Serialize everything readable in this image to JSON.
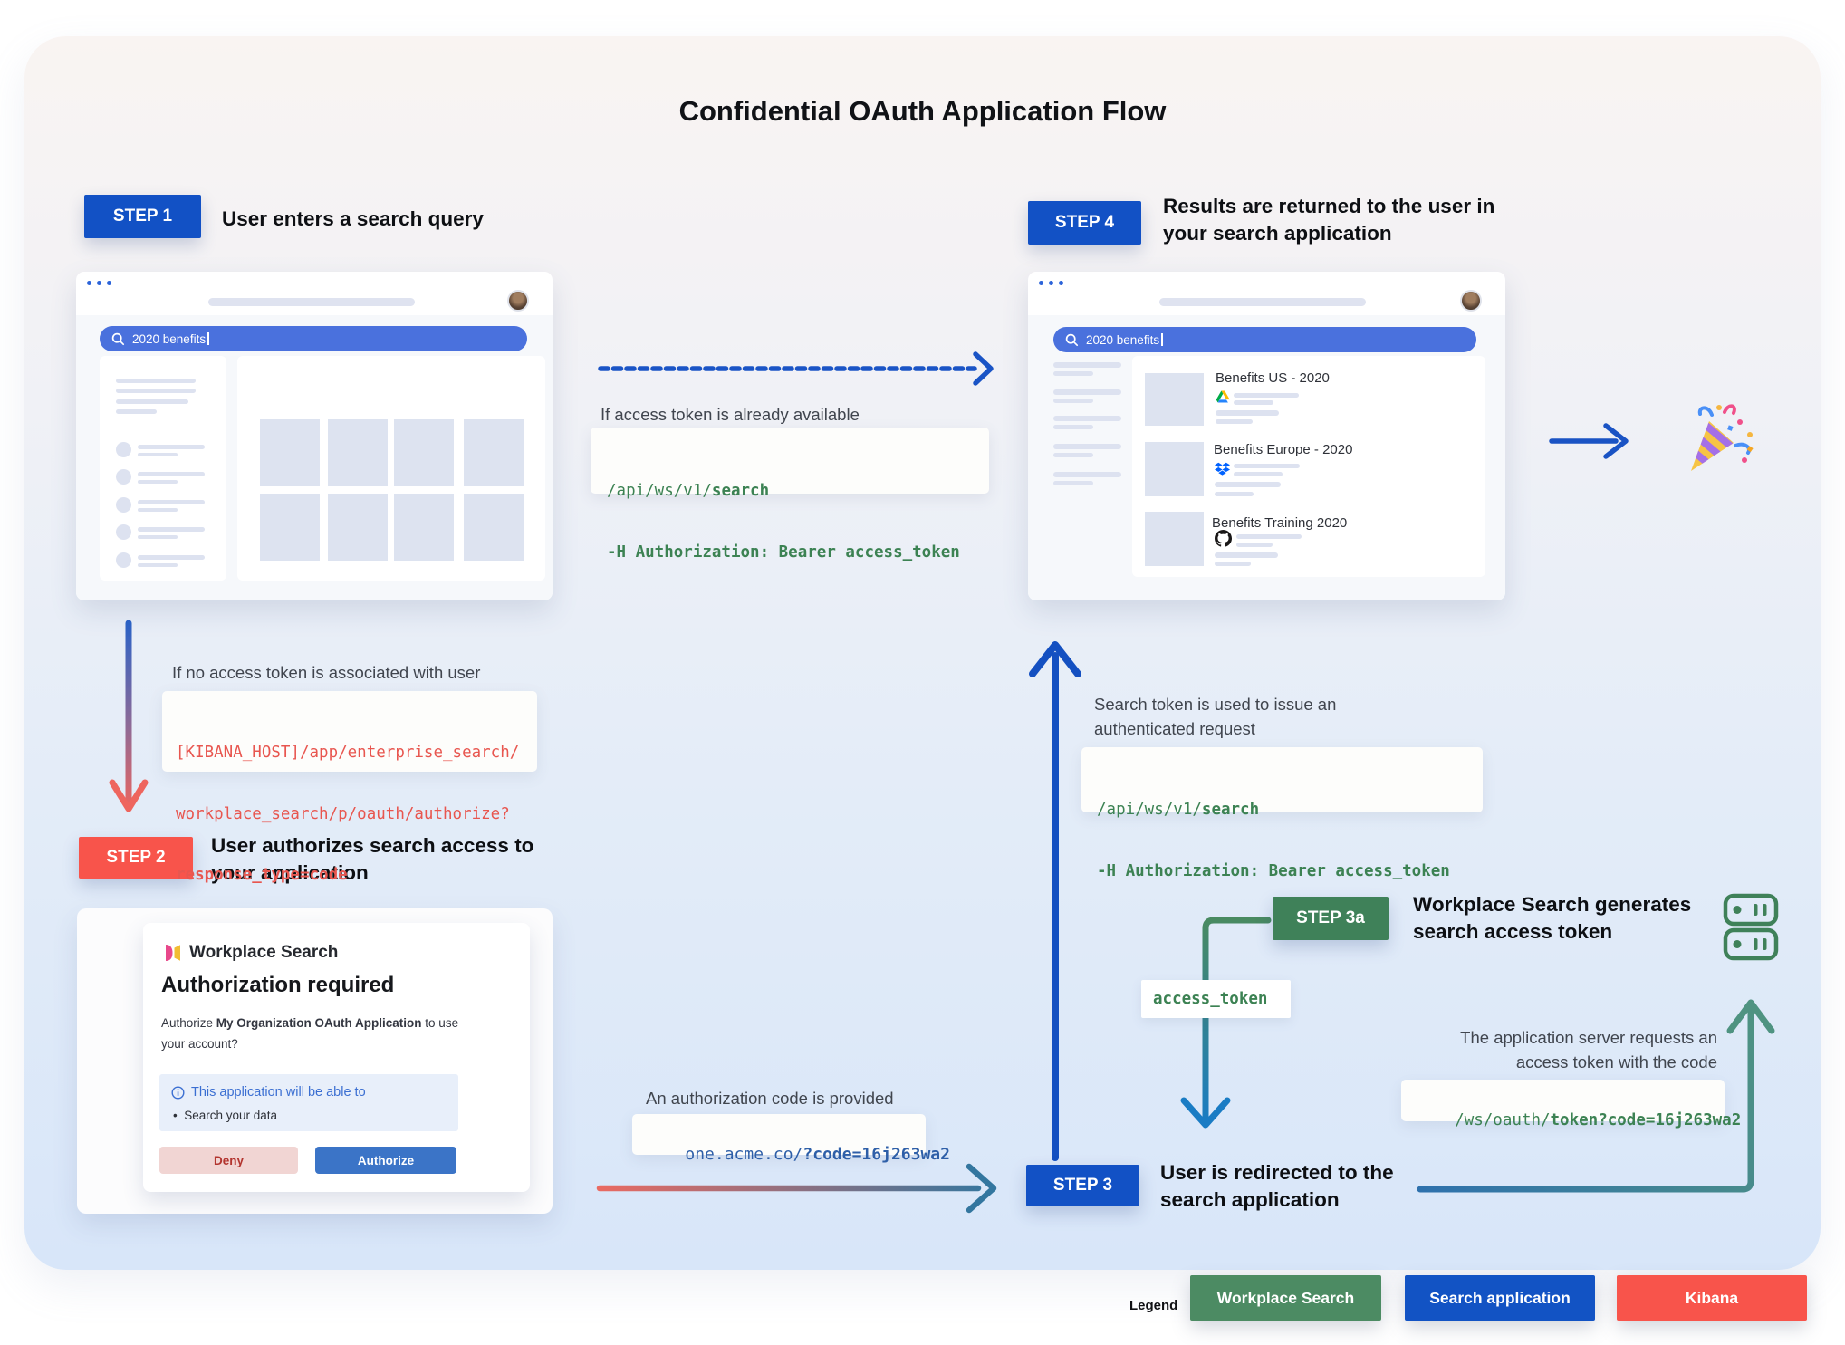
{
  "title": "Confidential OAuth Application Flow",
  "steps": {
    "step1": {
      "badge": "STEP 1",
      "title": "User enters a search query",
      "color": "#1251c5"
    },
    "step2": {
      "badge": "STEP 2",
      "title": "User authorizes search access to your application",
      "color": "#f8544b"
    },
    "step3": {
      "badge": "STEP 3",
      "title": "User is redirected to the search application",
      "color": "#1251c5"
    },
    "step3a": {
      "badge": "STEP 3a",
      "title": "Workplace Search generates search access token",
      "color": "#3f8159"
    },
    "step4": {
      "badge": "STEP 4",
      "title": "Results are returned to the user in your search application",
      "color": "#1251c5"
    }
  },
  "browser_step1": {
    "search_query": "2020 benefits"
  },
  "browser_step4": {
    "search_query": "2020 benefits",
    "results": [
      {
        "title": "Benefits US - 2020",
        "source_icon": "google-drive-icon"
      },
      {
        "title": "Benefits Europe - 2020",
        "source_icon": "dropbox-icon"
      },
      {
        "title": "Benefits Training 2020",
        "source_icon": "github-icon"
      }
    ]
  },
  "annotations": {
    "token_available": "If access token is already available",
    "no_token": "If no access token is associated with user",
    "auth_code_provided": "An authorization code is provided",
    "search_token_used": "Search token is used to issue an authenticated request",
    "server_requests_token": "The application server requests an access token with the code"
  },
  "code_snippets": {
    "search_api": {
      "path": "/api/ws/v1/",
      "path_bold": "search",
      "header_line": "-H Authorization: Bearer access_token",
      "color": "#3c8253"
    },
    "kibana_authorize": {
      "line1": "[KIBANA_HOST]/app/enterprise_search/",
      "line2": "workplace_search/p/oauth/authorize?",
      "line3_bold": "response_type=code",
      "color": "#e8564f"
    },
    "redirect_uri": {
      "normal": "one.acme.co/",
      "bold": "?code=16j263wa2",
      "color": "#2e5fa8"
    },
    "oauth_token": {
      "normal": "/ws/oauth/",
      "bold": "token?code=16j263wa2",
      "color": "#3c8253"
    },
    "access_token_label": "access_token"
  },
  "auth_dialog": {
    "brand": "Workplace Search",
    "heading": "Authorization required",
    "body_prefix": "Authorize ",
    "body_app_name": "My Organization OAuth Application",
    "body_suffix": " to use your account?",
    "info_title": "This application will be able to",
    "bullet": "•",
    "info_item": "Search your data",
    "deny_label": "Deny",
    "authorize_label": "Authorize"
  },
  "legend": {
    "label": "Legend",
    "items": [
      {
        "label": "Workplace Search",
        "color": "#4c8b63"
      },
      {
        "label": "Search application",
        "color": "#1253c4"
      },
      {
        "label": "Kibana",
        "color": "#f8544b"
      }
    ]
  },
  "icons": {
    "celebration": "party-popper-icon",
    "server": "server-icon",
    "logo": "workplace-search-logo",
    "search": "magnifier-icon",
    "info": "info-icon"
  }
}
